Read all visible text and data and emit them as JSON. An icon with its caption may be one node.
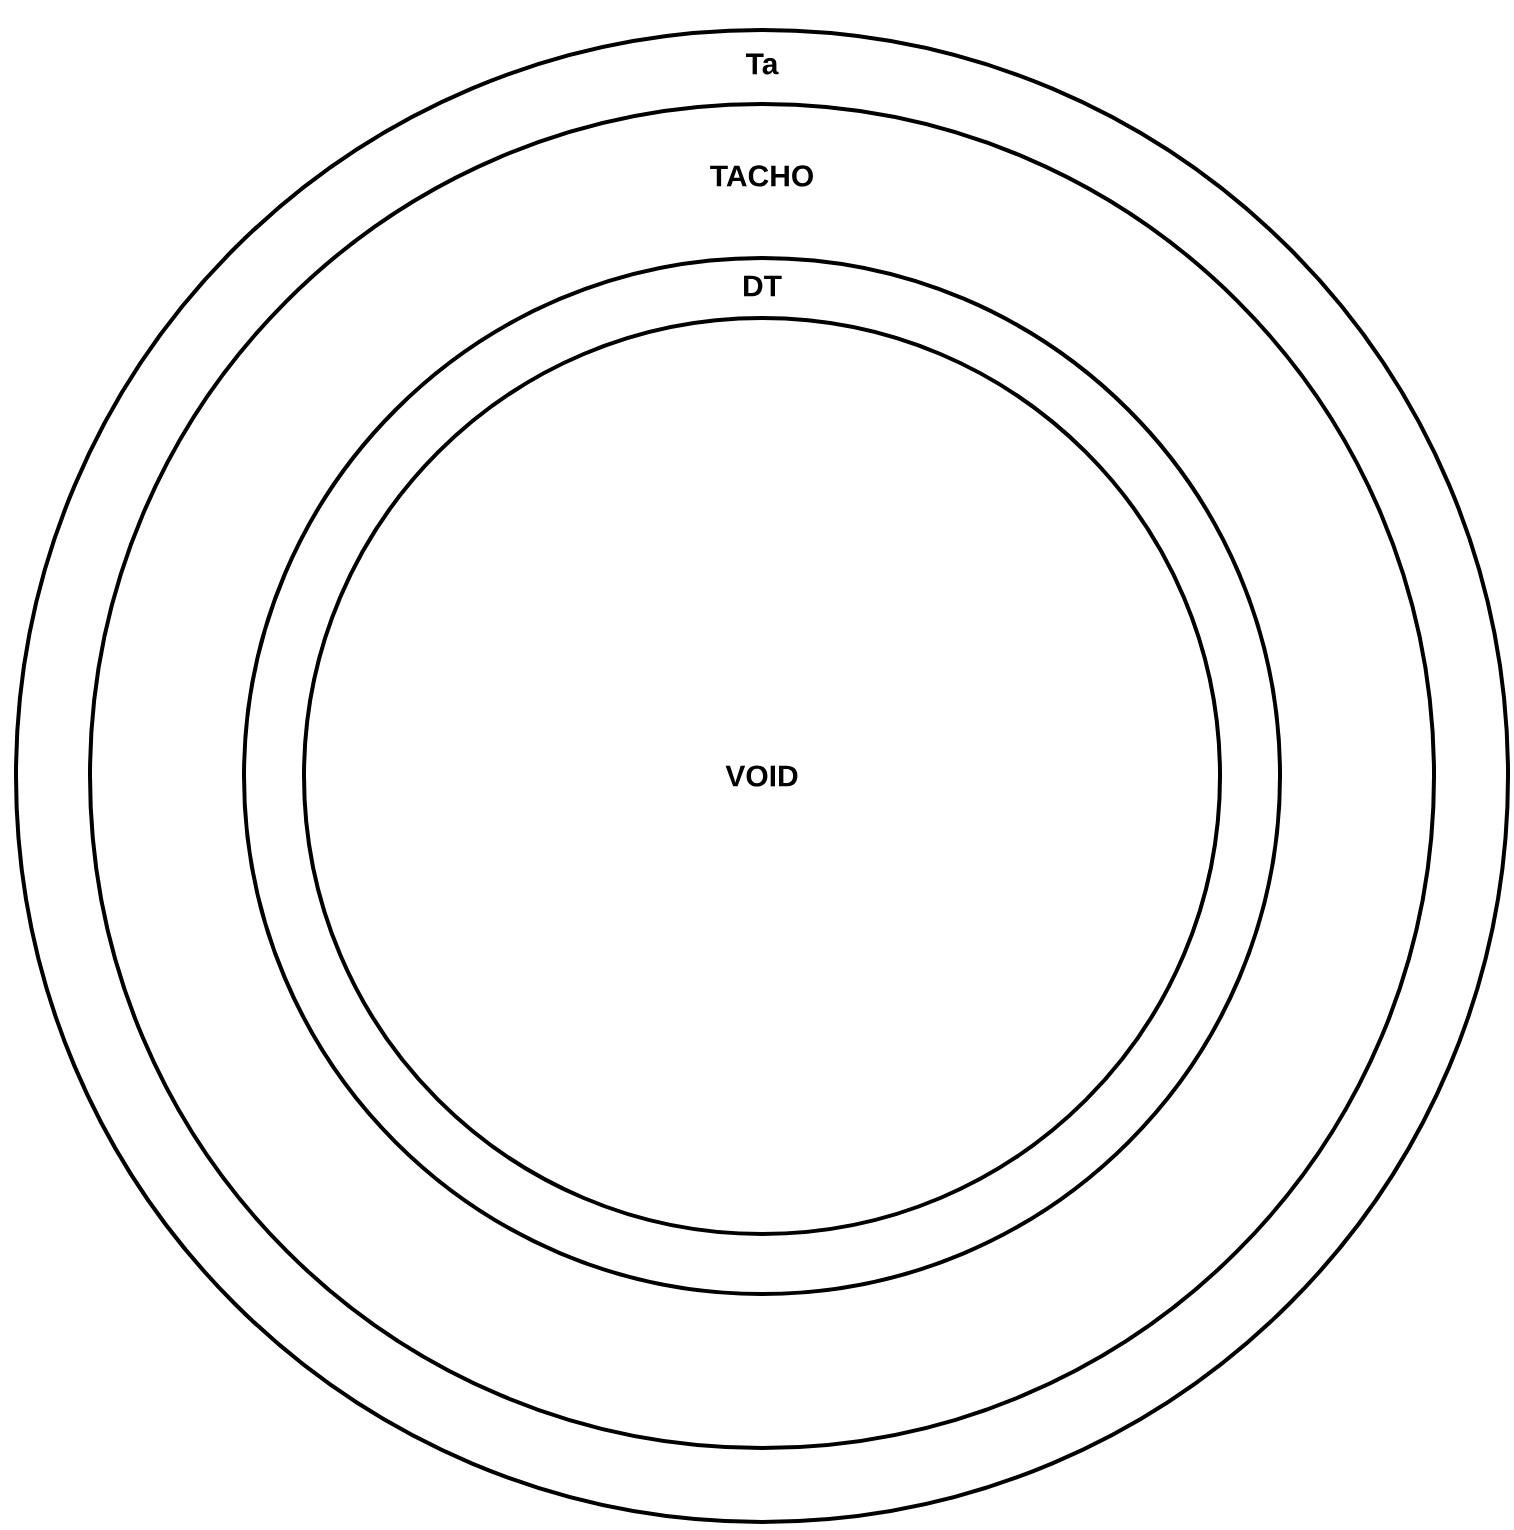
{
  "diagram": {
    "nodes": [
      {
        "text": [
          "Ta"
        ]
      },
      {
        "text": [
          "TACHO"
        ],
        "in": 0
      },
      {
        "text": [
          "DT"
        ],
        "in": 1
      },
      {
        "text": [
          "VOID"
        ],
        "in": 2
      }
    ]
  }
}
